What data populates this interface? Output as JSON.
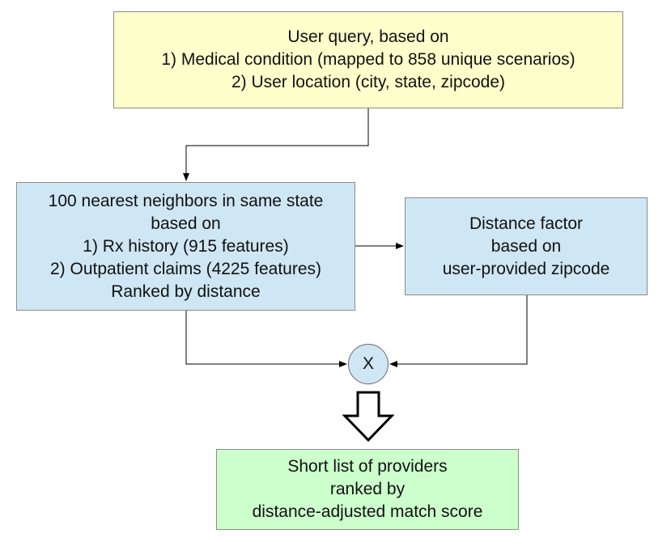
{
  "colors": {
    "query_box": "#ffffcc",
    "neighbors_box": "#cfe6f4",
    "distance_box": "#cfe6f4",
    "multiply_node": "#cfe6f4",
    "result_box": "#ccffcc",
    "connector": "#000000"
  },
  "query_box": {
    "lines": [
      "User query, based on",
      "1) Medical condition (mapped to 858 unique scenarios)",
      "2) User location (city, state, zipcode)"
    ]
  },
  "neighbors_box": {
    "lines": [
      "100 nearest neighbors in same state",
      "based on",
      "1) Rx history (915 features)",
      "2) Outpatient claims (4225 features)",
      "Ranked by distance"
    ]
  },
  "distance_box": {
    "lines": [
      "Distance factor",
      "based on",
      "user-provided zipcode"
    ]
  },
  "multiply_node": {
    "symbol": "X"
  },
  "result_box": {
    "lines": [
      "Short list of providers",
      "ranked by",
      "distance-adjusted match score"
    ]
  }
}
